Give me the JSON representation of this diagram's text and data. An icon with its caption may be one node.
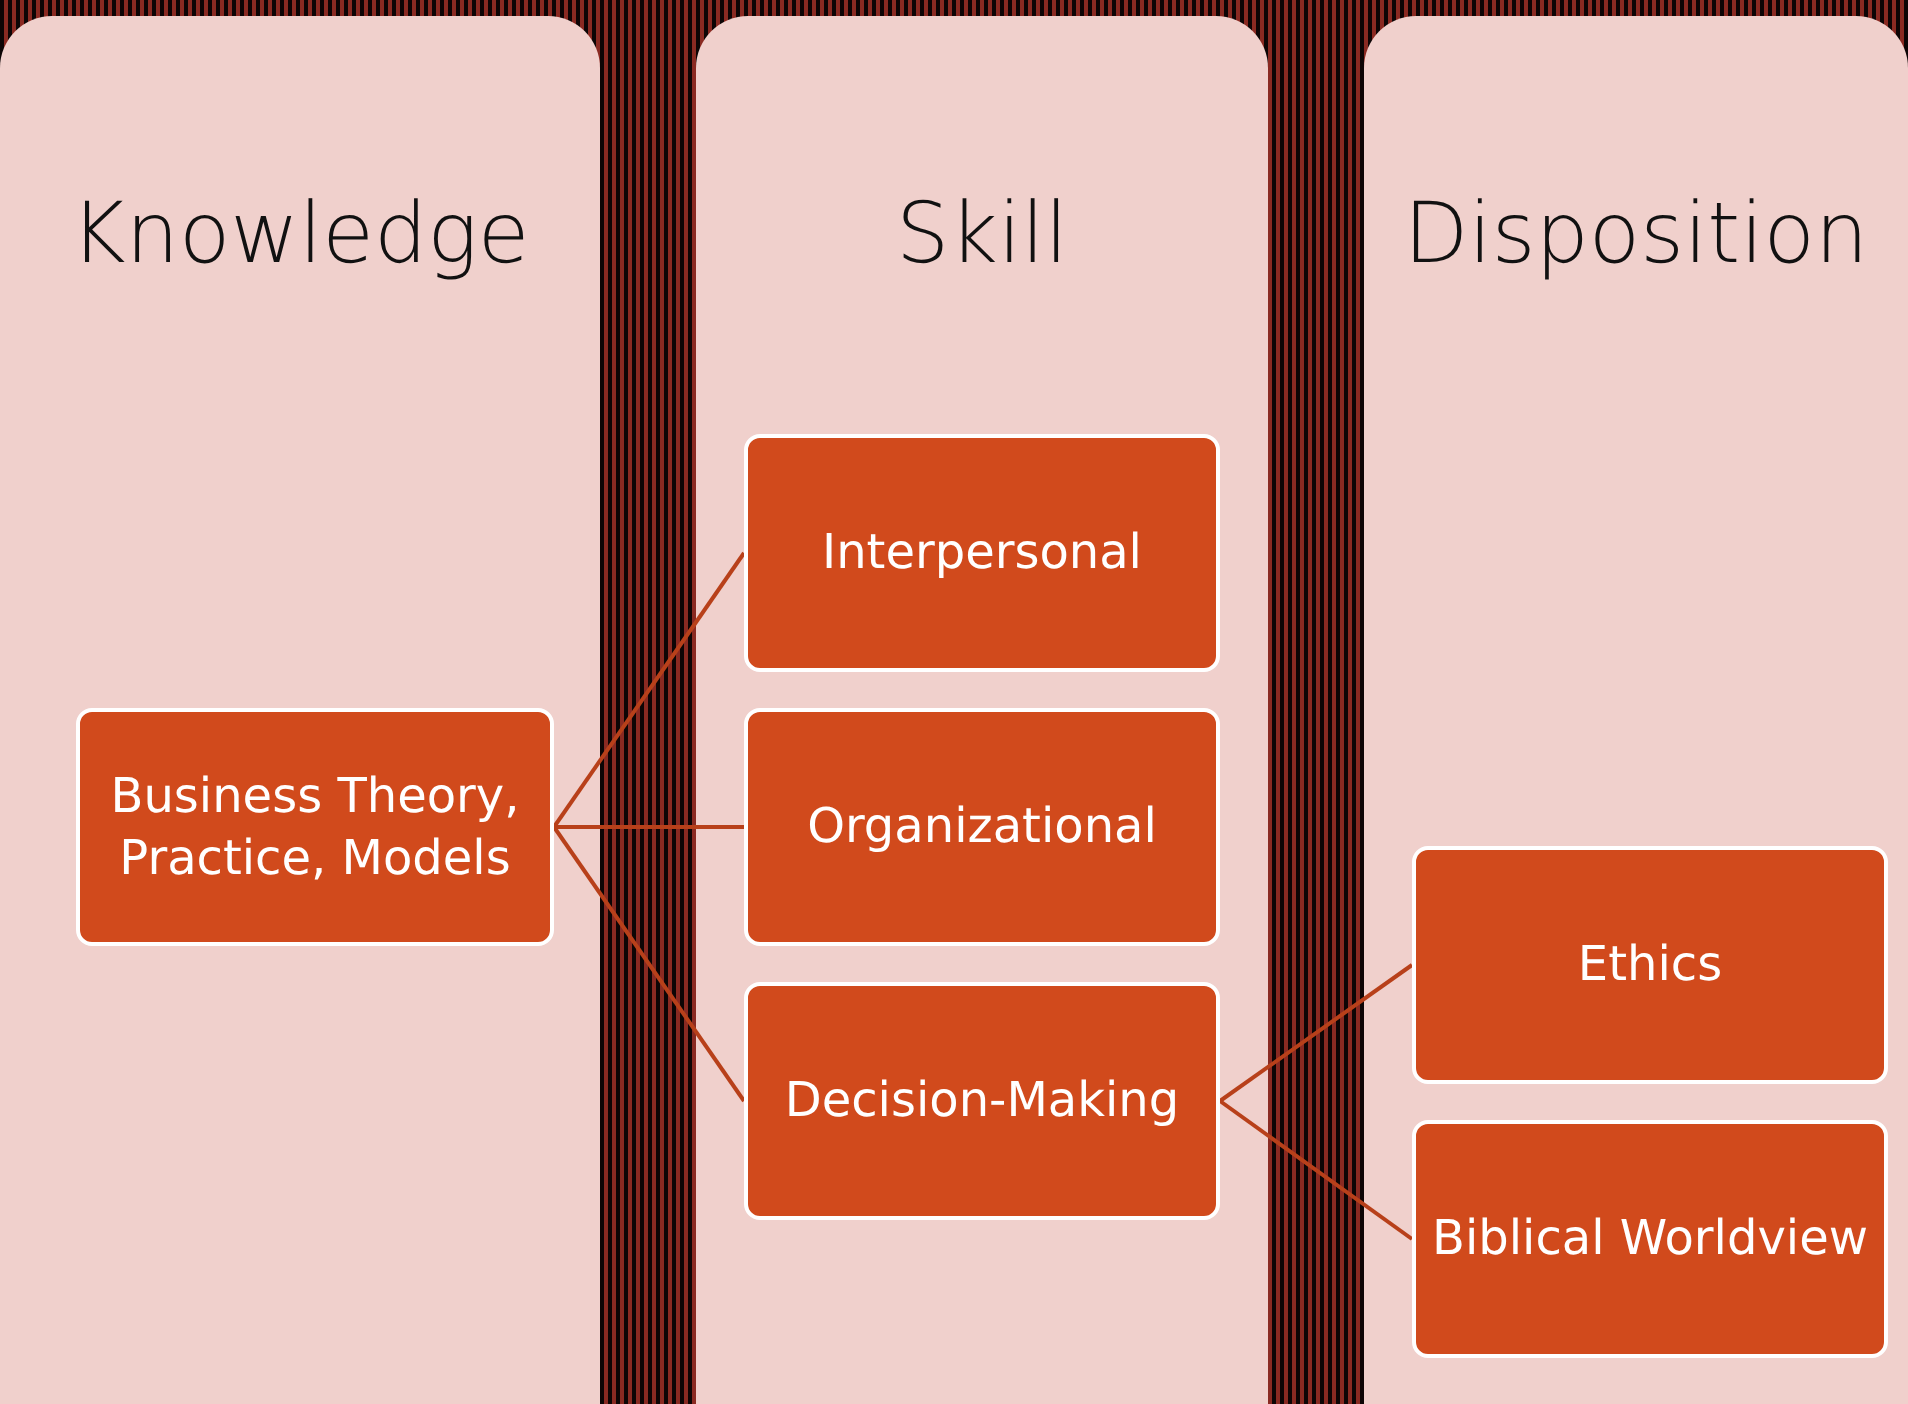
{
  "diagram": {
    "nodes": [
      {
        "text": [
          "Knowledge"
        ]
      },
      {
        "text": [
          "Skill"
        ]
      },
      {
        "text": [
          "Disposition"
        ]
      },
      {
        "text": [
          "Business Theory, Practice, Models"
        ],
        "in": 0
      },
      {
        "text": [
          "Interpersonal"
        ],
        "in": 1
      },
      {
        "text": [
          "Organizational"
        ],
        "in": 1
      },
      {
        "text": [
          "Decision-Making"
        ],
        "in": 1
      },
      {
        "text": [
          "Ethics"
        ],
        "in": 2
      },
      {
        "text": [
          "Biblical Worldview"
        ],
        "in": 2
      }
    ],
    "edges": [
      {
        "from": 3,
        "to": 4,
        "arrow": "none"
      },
      {
        "from": 3,
        "to": 5,
        "arrow": "none"
      },
      {
        "from": 3,
        "to": 6,
        "arrow": "none"
      },
      {
        "from": 6,
        "to": 7,
        "arrow": "none"
      },
      {
        "from": 6,
        "to": 8,
        "arrow": "none"
      }
    ]
  }
}
